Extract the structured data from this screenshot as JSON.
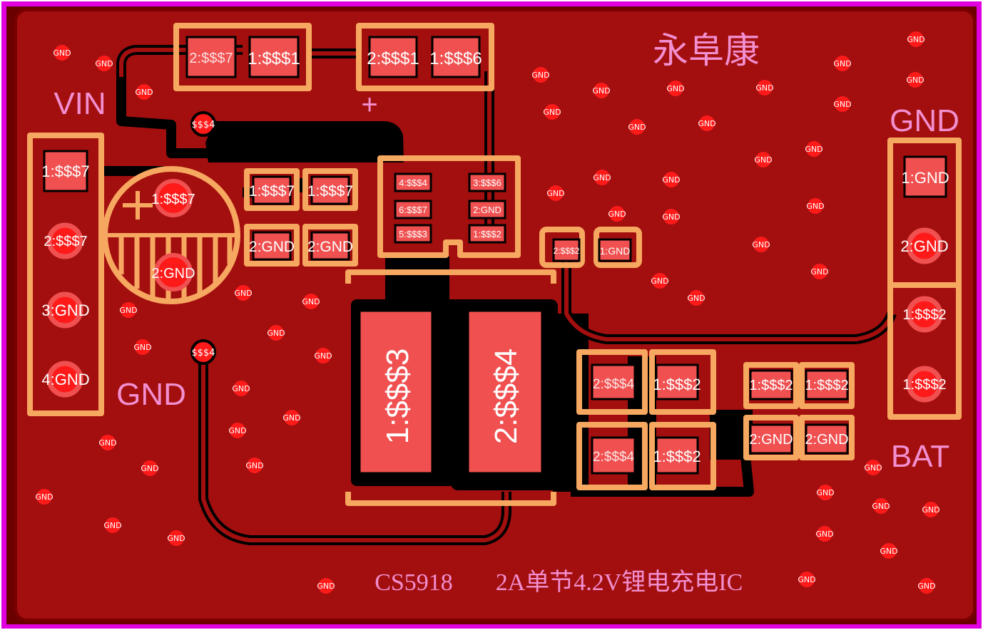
{
  "colors": {
    "outline": "#e000e0",
    "board": "#7a0000",
    "copper_pour": "#a30f0f",
    "trace_gap": "#000000",
    "pad": "#f05050",
    "silkscreen_overlay": "#f7a860",
    "silk_text": "#f28fd0",
    "via": "#ff1a1a",
    "pad_text": "#ffffff"
  },
  "labels": {
    "brand": "永阜康",
    "vin": "VIN",
    "gnd_left": "GND",
    "gnd_right": "GND",
    "bat": "BAT",
    "plus_top": "+",
    "plus_cap": "+",
    "footer_part": "CS5918",
    "footer_desc": "2A单节4.2V锂电充电IC"
  },
  "vias": {
    "gnd_label": "GND",
    "net4_label": "$$$4"
  },
  "pads": {
    "r1_2": "2:$$$7",
    "r1_1": "1:$$$1",
    "r2_2": "2:$$$1",
    "r2_1": "1:$$$6",
    "vin_1": "1:$$$7",
    "vin_2": "2:$$$7",
    "vin_3": "3:GND",
    "vin_4": "4:GND",
    "cap_1": "1:$$$7",
    "cap_2": "2:GND",
    "c1_1": "1:$$$7",
    "c1_2": "2:GND",
    "c2_1": "1:$$$7",
    "c2_2": "2:GND",
    "ic_4": "4:$$$4",
    "ic_3": "3:$$$6",
    "ic_6": "6:$$$7",
    "ic_2": "2:GND",
    "ic_5": "5:$$$3",
    "ic_1": "1:$$$2",
    "led_2": "2:$$$2",
    "led_1": "1:GND",
    "l1": "1:$$$3",
    "l2": "2:$$$4",
    "r3_2": "2:$$$4",
    "r3_1": "1:$$$2",
    "r4_2": "2:$$$4",
    "r4_1": "1:$$$2",
    "c3_1": "1:$$$2",
    "c3_2": "2:GND",
    "c4_1": "1:$$$2",
    "c4_2": "2:GND",
    "gnd_1": "1:GND",
    "gnd_2": "2:GND",
    "bat_1": "1:$$$2",
    "bat_2": "1:$$$2"
  }
}
